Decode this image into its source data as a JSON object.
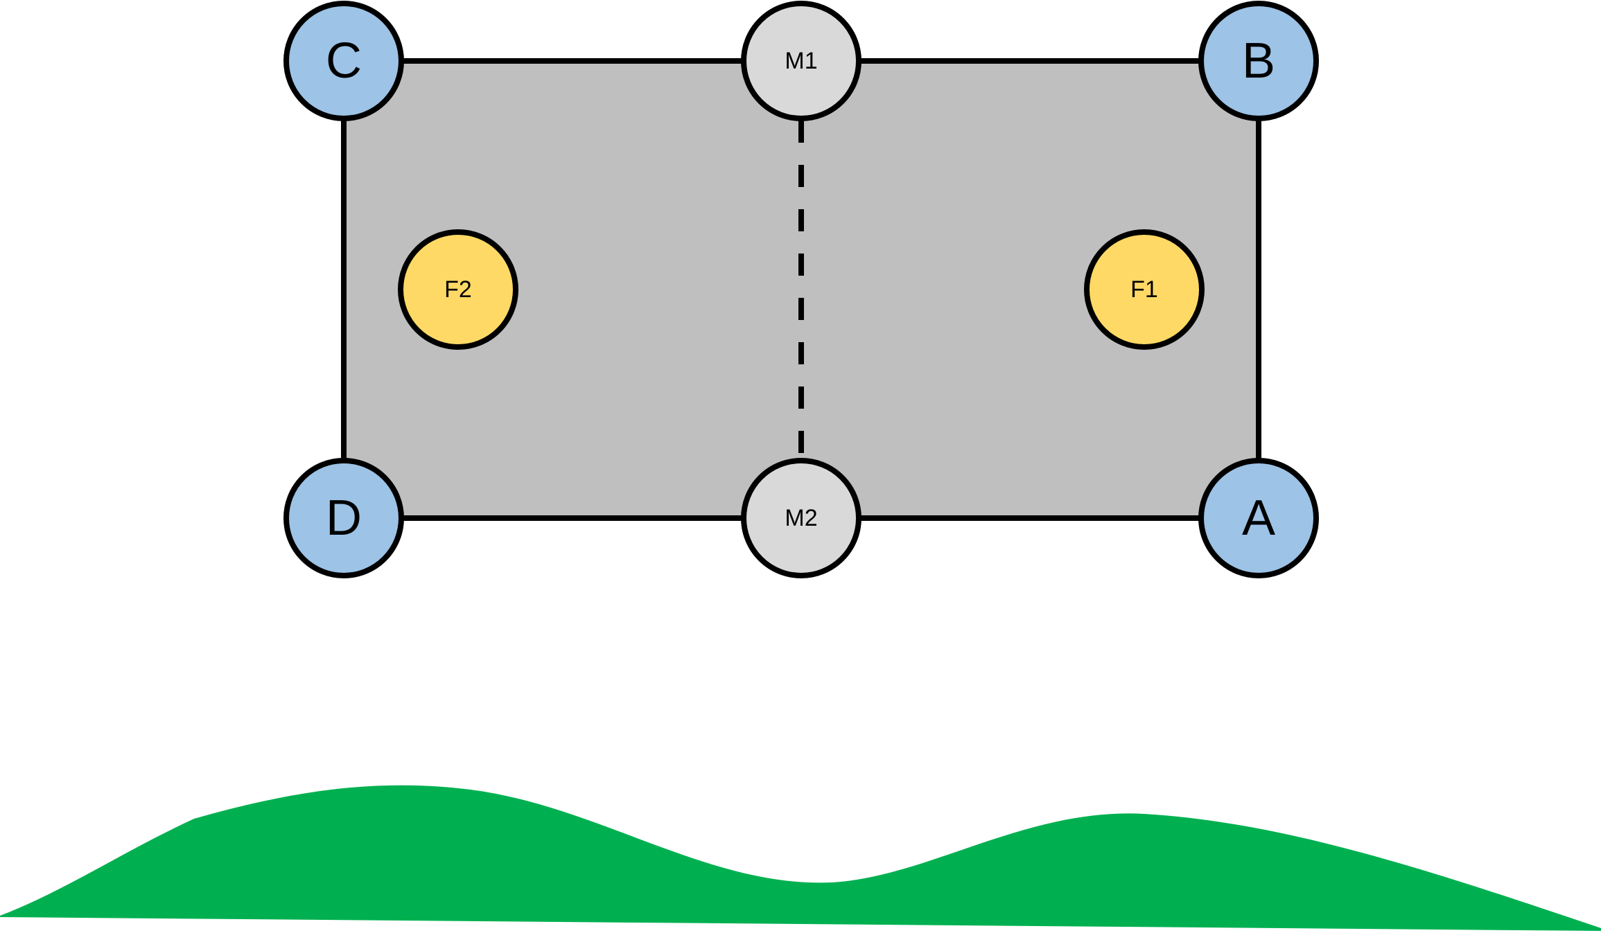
{
  "diagram": {
    "colors": {
      "rectangle_fill": "#bfbfbf",
      "outline": "#000000",
      "corner_fill": "#9dc3e6",
      "midpoint_fill": "#d9d9d9",
      "focus_fill": "#ffd966",
      "ground_fill": "#00b050",
      "background": "#ffffff"
    },
    "nodes": {
      "A": {
        "label": "A",
        "kind": "corner"
      },
      "B": {
        "label": "B",
        "kind": "corner"
      },
      "C": {
        "label": "C",
        "kind": "corner"
      },
      "D": {
        "label": "D",
        "kind": "corner"
      },
      "M1": {
        "label": "M1",
        "kind": "midpoint"
      },
      "M2": {
        "label": "M2",
        "kind": "midpoint"
      },
      "F1": {
        "label": "F1",
        "kind": "focus"
      },
      "F2": {
        "label": "F2",
        "kind": "focus"
      }
    },
    "edges": [
      {
        "from": "C",
        "to": "M1",
        "style": "solid"
      },
      {
        "from": "M1",
        "to": "B",
        "style": "solid"
      },
      {
        "from": "B",
        "to": "A",
        "style": "solid"
      },
      {
        "from": "A",
        "to": "M2",
        "style": "solid"
      },
      {
        "from": "M2",
        "to": "D",
        "style": "solid"
      },
      {
        "from": "D",
        "to": "C",
        "style": "solid"
      },
      {
        "from": "M1",
        "to": "M2",
        "style": "dashed"
      }
    ]
  }
}
